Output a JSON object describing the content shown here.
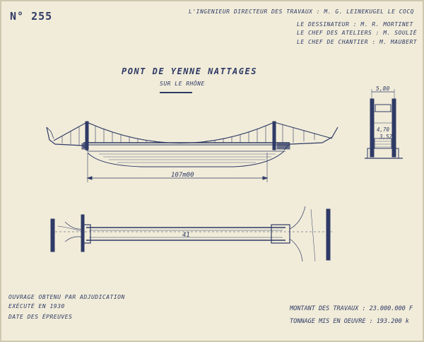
{
  "plate": {
    "number": "N° 255"
  },
  "credits": {
    "engineer": "L'ingenieur directeur des travaux : M. G. LEINEKUGEL LE COCQ",
    "draftsman": "Le dessinateur : M. R. MORTINET",
    "workshop_chief": "Le chef des ateliers : M. SOULIÉ",
    "site_chief": "Le chef de chantier : M. MAUBERT"
  },
  "title": {
    "main": "PONT DE YENNE NATTAGES",
    "sub": "SUR LE RHÔNE"
  },
  "drawing": {
    "span_label": "107m00",
    "plan_label": "41",
    "tower_width": "5,80",
    "tower_dim_1": "4,70",
    "tower_dim_2": "3,52"
  },
  "notes": {
    "line1": "Ouvrage obtenu par adjudication",
    "line2": "Exécuté en 1930",
    "line3": "Date des épreuves"
  },
  "summary": {
    "cost": "MONTANT DES TRAVAUX : 23.000.000 F",
    "tonnage": "TONNAGE MIS EN OEUVRE : 193.200 k"
  },
  "colors": {
    "ink": "#2f3a66",
    "paper": "#f1ecd9"
  }
}
